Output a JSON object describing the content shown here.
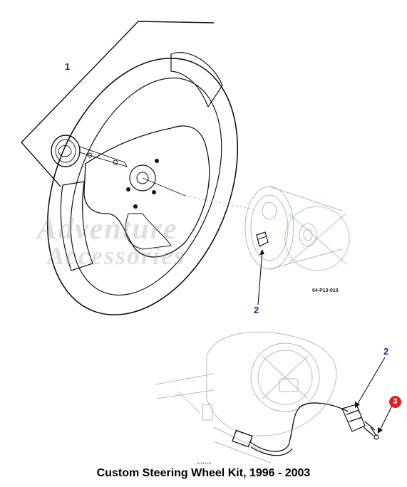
{
  "diagram": {
    "callouts": {
      "part_1": "1",
      "part_2_top": "2",
      "part_2_bottom": "2",
      "part_3": "3"
    },
    "figure_refs": {
      "top": "04-P13-010",
      "bottom": "04-P13-011"
    },
    "watermark": {
      "line1": "Adventure",
      "line2": "Accessories"
    },
    "caption": "Custom Steering Wheel Kit, 1996 - 2003"
  },
  "colors": {
    "callout_blue": "#1a2a8a",
    "badge_red": "#e02020",
    "line": "#111111",
    "ghost": "#b8b8b8"
  }
}
